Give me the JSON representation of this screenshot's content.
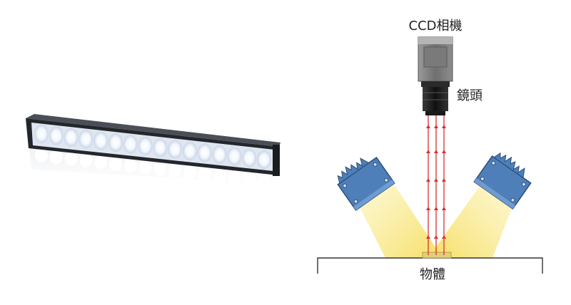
{
  "labels": {
    "camera": "CCD相機",
    "lens": "鏡頭",
    "object": "物體"
  },
  "colors": {
    "light_housing": "#2a2d33",
    "led_glow": "#ffffff",
    "beam_yellow": "#f7e58a",
    "ray_red": "#d93030",
    "lamp_blue": "#4f7fb8",
    "camera_gray": "#7f7f7f",
    "object_sample": "#e2cf7a"
  },
  "illustration": {
    "led_count": 16,
    "ray_count": 3
  }
}
